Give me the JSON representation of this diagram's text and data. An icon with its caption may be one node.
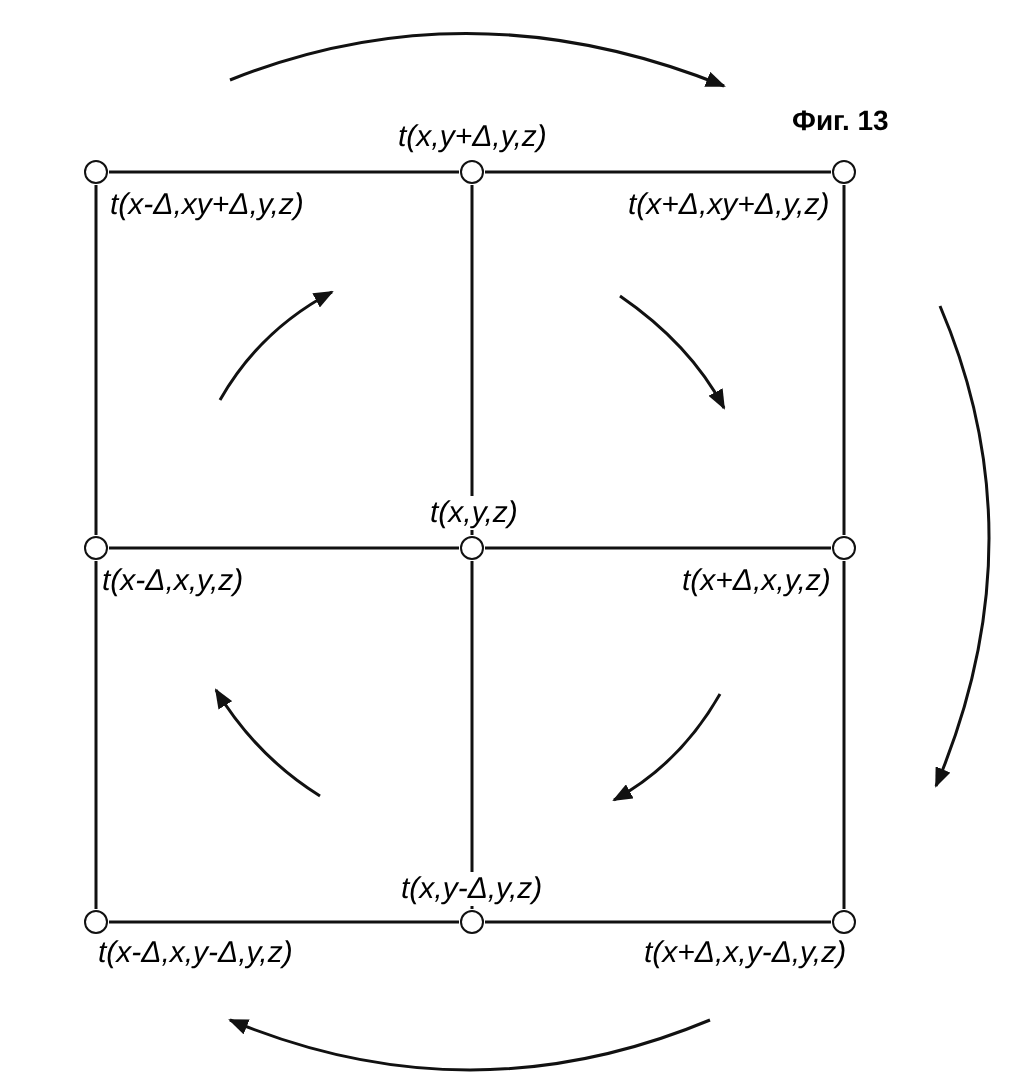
{
  "diagram": {
    "nodes": [
      {
        "text": [],
        "shape": "circle",
        "beside": [
          "t(x-Δ,xy+Δ,y,z)"
        ]
      },
      {
        "text": [],
        "shape": "circle",
        "beside": [
          "t(x,y+Δ,y,z)"
        ]
      },
      {
        "text": [],
        "shape": "circle",
        "beside": [
          "t(x+Δ,xy+Δ,y,z)"
        ]
      },
      {
        "text": [],
        "shape": "circle",
        "beside": [
          "t(x-Δ,x,y,z)"
        ]
      },
      {
        "text": [],
        "shape": "circle",
        "beside": [
          "t(x,y,z)"
        ]
      },
      {
        "text": [],
        "shape": "circle",
        "beside": [
          "t(x+Δ,x,y,z)"
        ]
      },
      {
        "text": [],
        "shape": "circle",
        "beside": [
          "t(x-Δ,x,y-Δ,y,z)"
        ]
      },
      {
        "text": [],
        "shape": "circle",
        "beside": [
          "t(x,y-Δ,y,z)"
        ]
      },
      {
        "text": [],
        "shape": "circle",
        "beside": [
          "t(x+Δ,x,y-Δ,y,z)"
        ]
      }
    ],
    "edges": [
      {
        "from": 0,
        "to": 1,
        "arrow": "none"
      },
      {
        "from": 1,
        "to": 2,
        "arrow": "none"
      },
      {
        "from": 0,
        "to": 3,
        "arrow": "none"
      },
      {
        "from": 1,
        "to": 4,
        "arrow": "none"
      },
      {
        "from": 2,
        "to": 5,
        "arrow": "none"
      },
      {
        "from": 3,
        "to": 4,
        "arrow": "none"
      },
      {
        "from": 4,
        "to": 5,
        "arrow": "none"
      },
      {
        "from": 3,
        "to": 6,
        "arrow": "none"
      },
      {
        "from": 4,
        "to": 7,
        "arrow": "none"
      },
      {
        "from": 5,
        "to": 8,
        "arrow": "none"
      },
      {
        "from": 6,
        "to": 7,
        "arrow": "none"
      },
      {
        "from": 7,
        "to": 8,
        "arrow": "none"
      }
    ],
    "labels": [
      "Фиг. 13"
    ]
  }
}
